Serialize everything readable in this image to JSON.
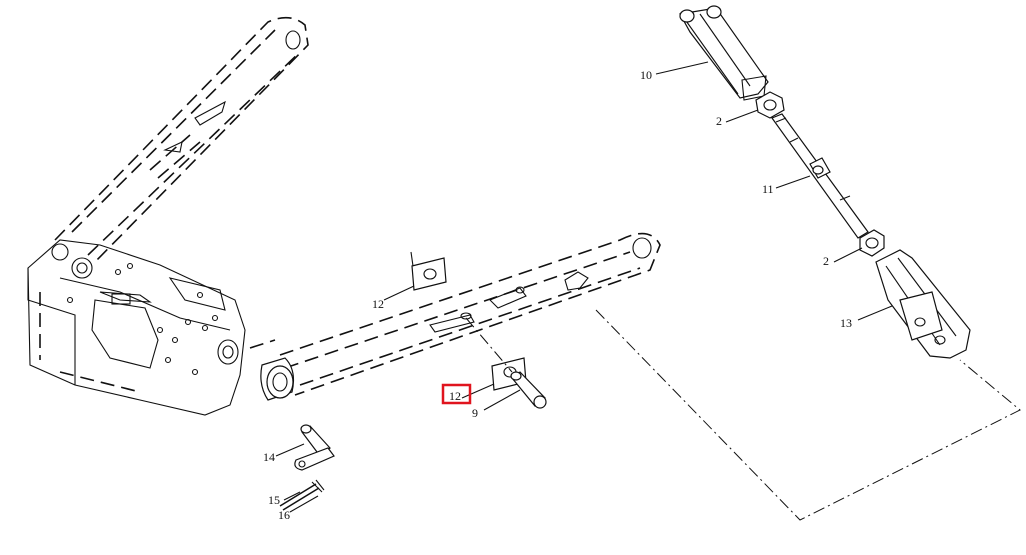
{
  "labels": {
    "l10": "10",
    "l2a": "2",
    "l11": "11",
    "l2b": "2",
    "l13": "13",
    "l12a": "12",
    "l12b": "12",
    "l9": "9",
    "l14": "14",
    "l15": "15",
    "l16": "16"
  },
  "highlight": {
    "color": "#e0141e"
  }
}
